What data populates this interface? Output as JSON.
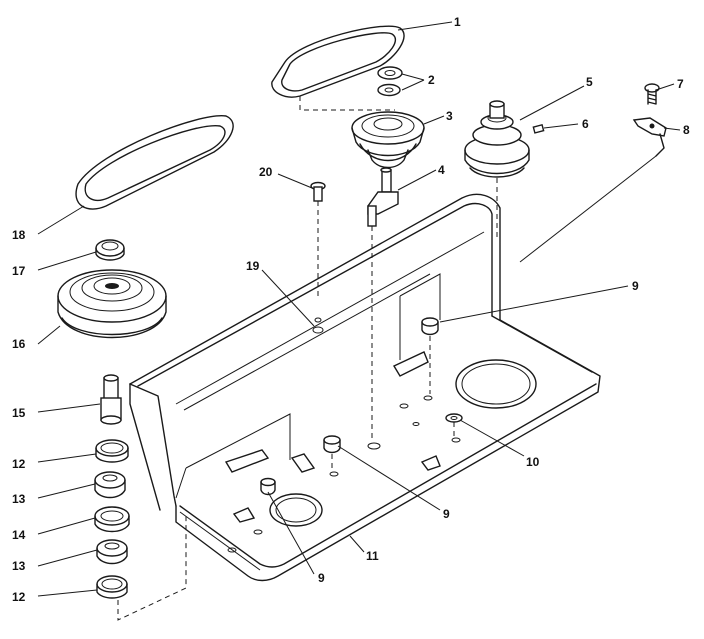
{
  "callouts": [
    {
      "id": "1",
      "label": "1"
    },
    {
      "id": "2",
      "label": "2"
    },
    {
      "id": "3",
      "label": "3"
    },
    {
      "id": "4",
      "label": "4"
    },
    {
      "id": "5",
      "label": "5"
    },
    {
      "id": "6",
      "label": "6"
    },
    {
      "id": "7",
      "label": "7"
    },
    {
      "id": "8",
      "label": "8"
    },
    {
      "id": "9a",
      "label": "9"
    },
    {
      "id": "9b",
      "label": "9"
    },
    {
      "id": "9c",
      "label": "9"
    },
    {
      "id": "10",
      "label": "10"
    },
    {
      "id": "11",
      "label": "11"
    },
    {
      "id": "12a",
      "label": "12"
    },
    {
      "id": "12b",
      "label": "12"
    },
    {
      "id": "13a",
      "label": "13"
    },
    {
      "id": "13b",
      "label": "13"
    },
    {
      "id": "14",
      "label": "14"
    },
    {
      "id": "15",
      "label": "15"
    },
    {
      "id": "16",
      "label": "16"
    },
    {
      "id": "17",
      "label": "17"
    },
    {
      "id": "18",
      "label": "18"
    },
    {
      "id": "19",
      "label": "19"
    },
    {
      "id": "20",
      "label": "20"
    }
  ]
}
